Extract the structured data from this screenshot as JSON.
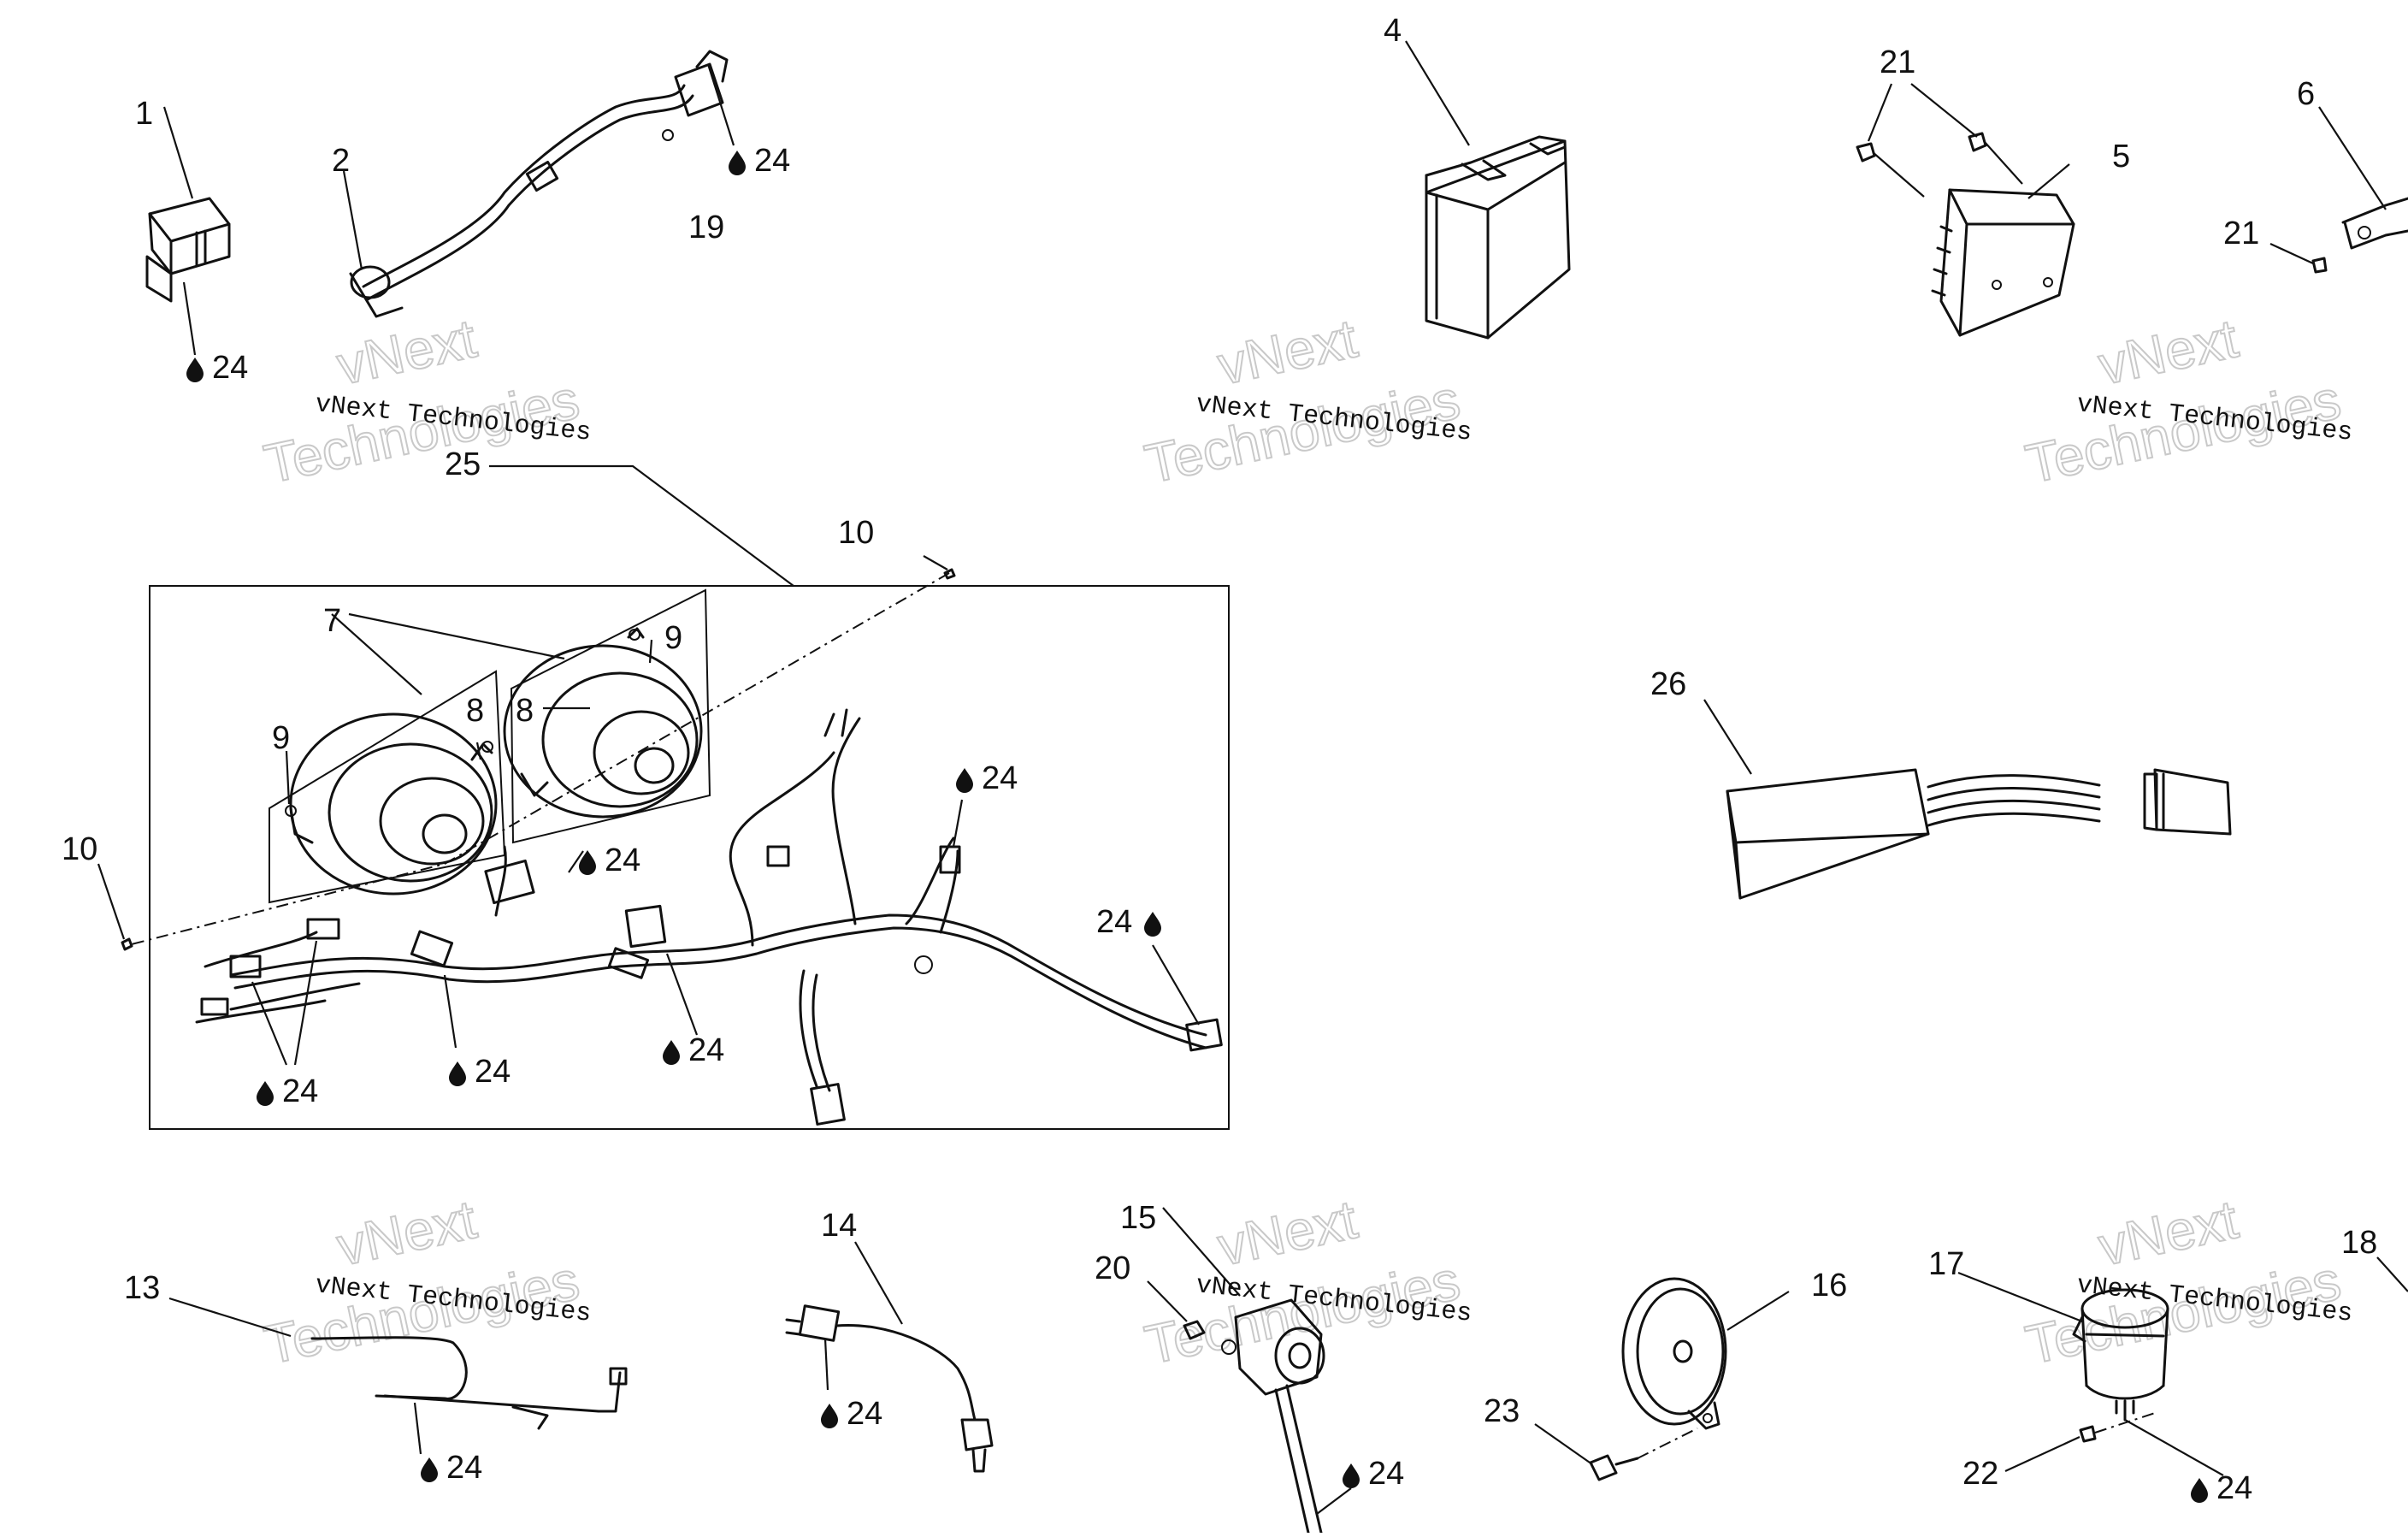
{
  "callouts": {
    "c1": "1",
    "c2": "2",
    "c4": "4",
    "c5": "5",
    "c6": "6",
    "c7": "7",
    "c8a": "8",
    "c8b": "8",
    "c9a": "9",
    "c9b": "9",
    "c10a": "10",
    "c10b": "10",
    "c13": "13",
    "c14": "14",
    "c15": "15",
    "c16": "16",
    "c17": "17",
    "c18": "18",
    "c19": "19",
    "c20": "20",
    "c21a": "21",
    "c21b": "21",
    "c22": "22",
    "c23": "23",
    "c25": "25",
    "c26": "26"
  },
  "grease_label": "24",
  "grease_icon": "grease-drop-icon",
  "watermark": {
    "line": "vNext Technologies",
    "big_top": "vNext",
    "big_bottom": "Technologies"
  },
  "colors": {
    "ink": "#111111",
    "watermark_outline": "#c9c9c9",
    "background": "#ffffff"
  }
}
